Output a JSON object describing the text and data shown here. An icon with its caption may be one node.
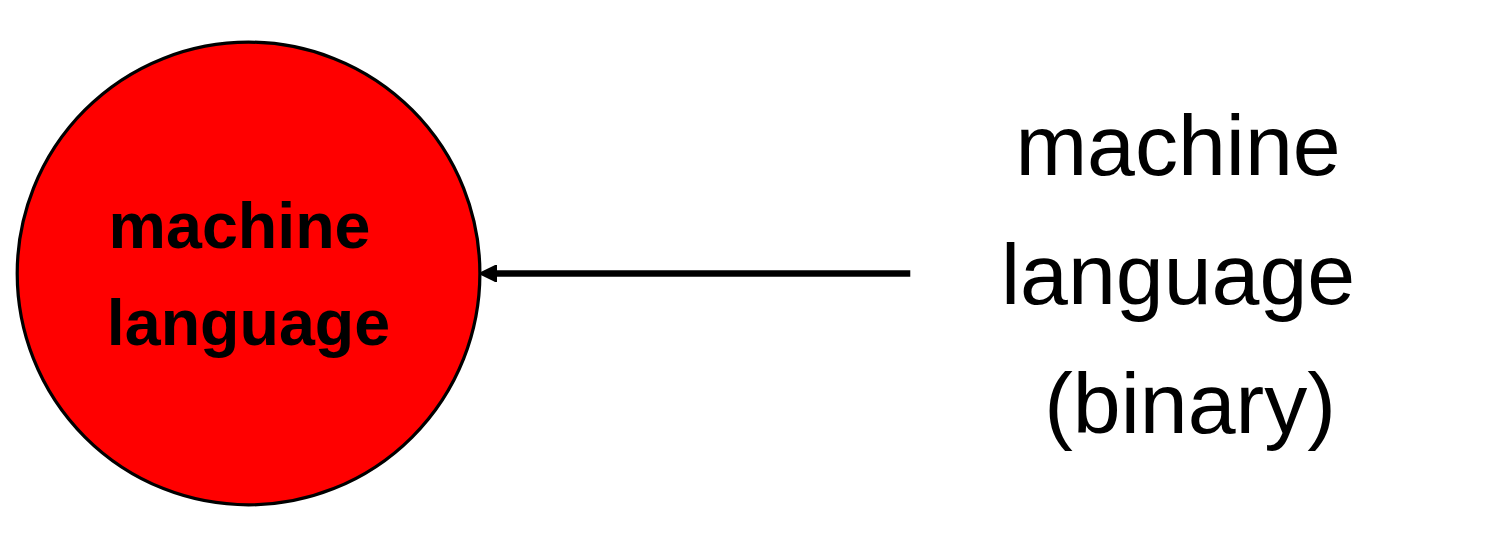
{
  "diagram": {
    "nodes": [
      {
        "text": [
          "machine language (binary)"
        ]
      },
      {
        "text": [
          "machine language"
        ]
      }
    ],
    "edges": [
      {
        "from": 0,
        "to": 1,
        "arrow": "to"
      }
    ]
  }
}
